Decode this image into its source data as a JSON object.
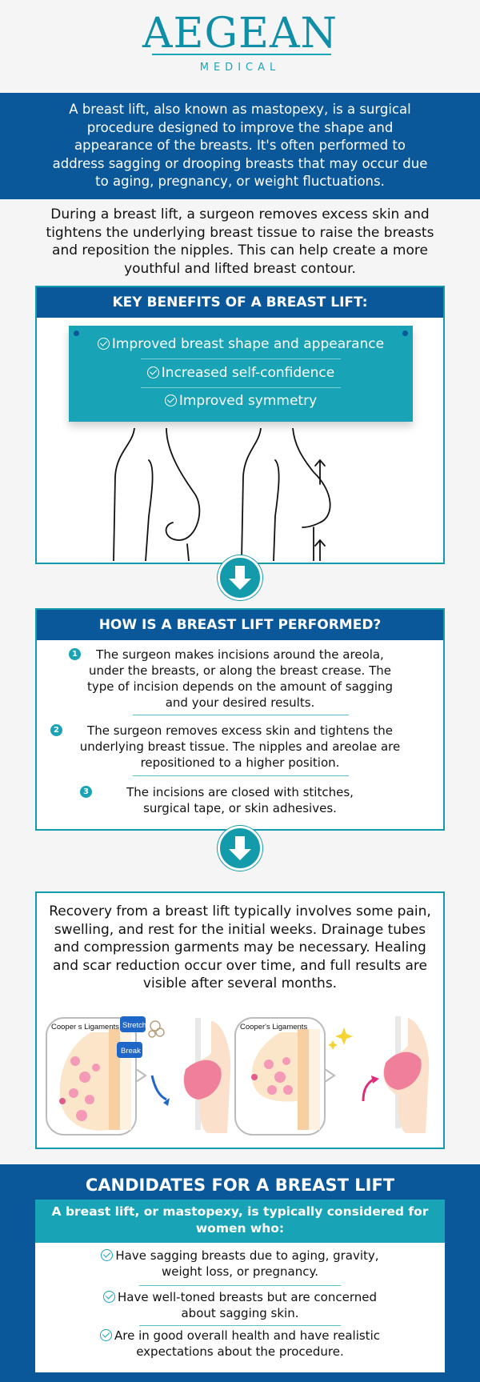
{
  "brand": {
    "name": "AEGEAN",
    "tagline": "MEDICAL"
  },
  "intro": "A breast lift, also known as mastopexy, is a surgical procedure designed to improve the shape and appearance of the breasts. It's often performed to address sagging or drooping breasts that may occur due to aging, pregnancy, or weight fluctuations.",
  "during": "During a breast lift, a surgeon removes excess skin and tightens the underlying breast tissue to raise the breasts and reposition the nipples. This can help create a more youthful and lifted breast contour.",
  "benefits": {
    "title": "KEY BENEFITS OF A BREAST LIFT:",
    "items": [
      "Improved breast shape and appearance",
      "Increased self-confidence",
      "Improved symmetry"
    ]
  },
  "procedure": {
    "title": "HOW IS A BREAST LIFT PERFORMED?",
    "steps": [
      {
        "num": "1",
        "text": "The surgeon makes incisions around the areola, under the breasts, or along the breast crease. The type of incision depends on the amount of sagging and your desired results."
      },
      {
        "num": "2",
        "text": "The surgeon removes excess skin and tightens the underlying breast tissue. The nipples and areolae are repositioned to a higher position."
      },
      {
        "num": "3",
        "text": "The incisions are closed with stitches, surgical tape, or skin adhesives."
      }
    ]
  },
  "recovery": {
    "text": "Recovery from a breast lift typically involves some pain, swelling, and rest for the initial weeks. Drainage tubes and compression garments may be necessary. Healing and scar reduction occur over time, and full results are visible after several months.",
    "labels": {
      "before_ligaments": "Cooper s Ligaments",
      "stretch": "Stretch",
      "break": "Break",
      "after_ligaments": "Cooper's Ligaments"
    }
  },
  "candidates": {
    "title": "CANDIDATES FOR A BREAST LIFT",
    "subtitle": "A breast lift, or mastopexy, is typically considered for women who:",
    "items": [
      "Have sagging breasts due to aging, gravity, weight loss, or pregnancy.",
      "Have well-toned breasts but are concerned about sagging skin.",
      "Are in good overall health and have realistic expectations about the procedure."
    ]
  },
  "colors": {
    "navy": "#0a5799",
    "teal": "#18a3b6",
    "pink": "#f07f9c"
  }
}
